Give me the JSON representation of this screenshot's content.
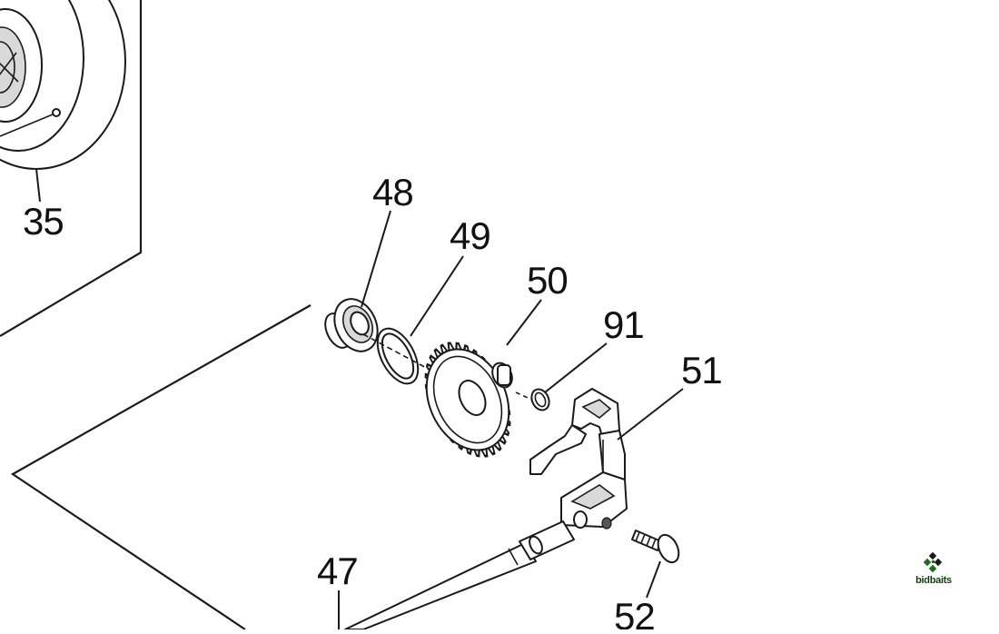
{
  "diagram": {
    "callouts": [
      {
        "id": "35",
        "text": "35"
      },
      {
        "id": "48",
        "text": "48"
      },
      {
        "id": "49",
        "text": "49"
      },
      {
        "id": "50",
        "text": "50"
      },
      {
        "id": "91",
        "text": "91"
      },
      {
        "id": "51",
        "text": "51"
      },
      {
        "id": "47",
        "text": "47"
      },
      {
        "id": "52",
        "text": "52"
      }
    ]
  },
  "watermark": {
    "text": "bidbaits",
    "icon": "diamond-cluster-logo",
    "color": "#1f6b1f"
  }
}
